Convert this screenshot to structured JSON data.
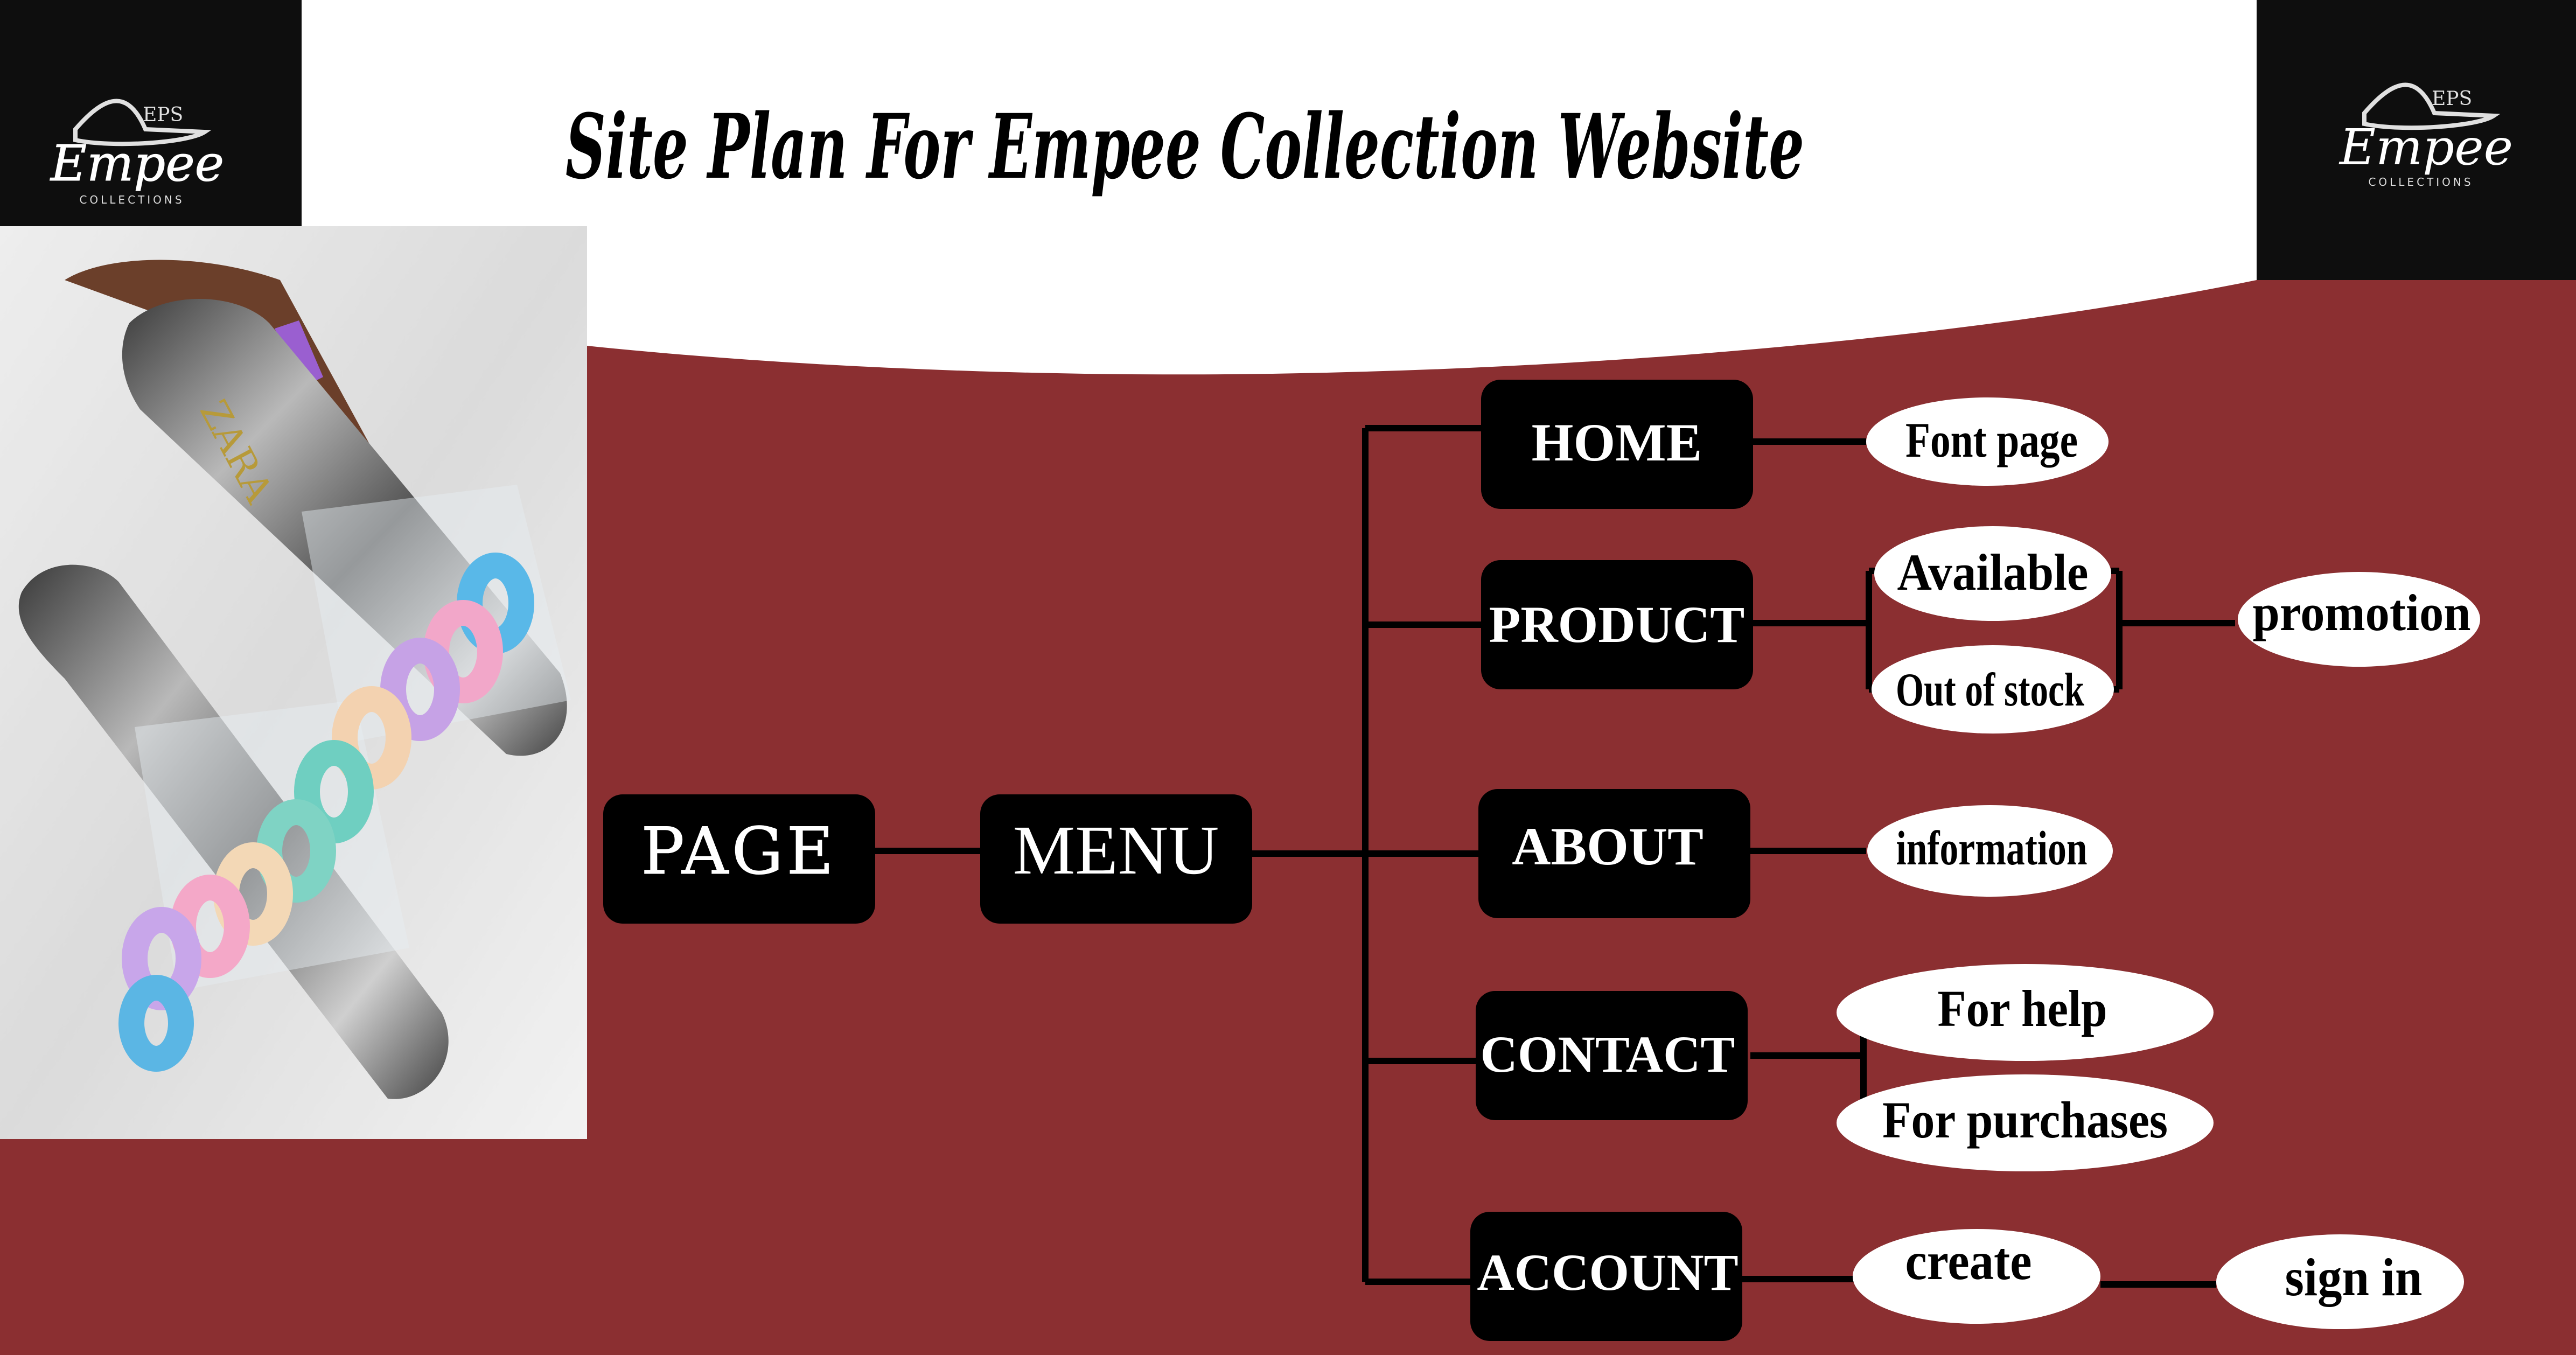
{
  "title": "Site Plan For Empee Collection Website",
  "logo": {
    "brand": "Empee",
    "sub": "COLLECTIONS",
    "mark": "EPS"
  },
  "photo": {
    "brand_stamp": "ZARA"
  },
  "colors": {
    "background": "#8b2f31",
    "header": "#ffffff",
    "box": "#000000",
    "box_text": "#ffffff",
    "bubble": "#ffffff",
    "bubble_text": "#000000",
    "line": "#000000"
  },
  "nodes": {
    "page": "PAGE",
    "menu": "MENU",
    "home": "HOME",
    "product": "PRODUCT",
    "about": "ABOUT",
    "contact": "CONTACT",
    "account": "ACCOUNT"
  },
  "leaves": {
    "font_page": "Font page",
    "available": "Available",
    "out_of_stock": "Out of stock",
    "promotion": "promotion",
    "information": "information",
    "for_help": "For help",
    "for_purchases": "For purchases",
    "create": "create",
    "sign_in": "sign in"
  }
}
